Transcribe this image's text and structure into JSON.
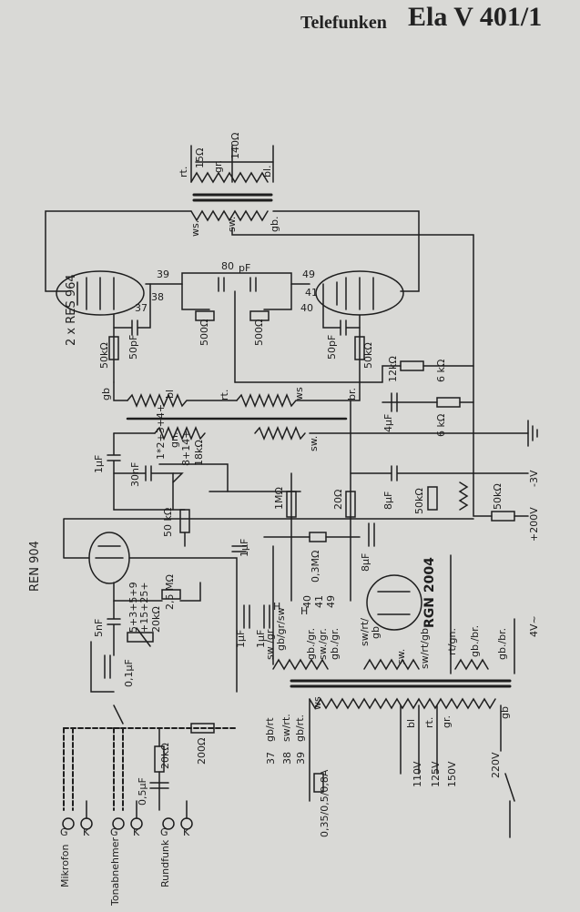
{
  "header": {
    "brand": "Telefunken",
    "model": "Ela V 401/1"
  },
  "diagram_colors": {
    "paper": "#d9d9d6",
    "ink": "#1e1e1e"
  },
  "labels": {
    "tubes_power": "2 x RES 964",
    "tube_pre": "REN 904",
    "rectifier": "RGN 2004",
    "inputs": [
      "Mikrofon",
      "Tonabnehmer",
      "Rundfunk"
    ],
    "jack_g": "G",
    "jack_k": "K",
    "speaker_taps": [
      "rt.",
      "15Ω",
      "gr.",
      "140Ω",
      "bl."
    ],
    "out_primary": [
      "ws.",
      "sw.",
      "gb."
    ],
    "pin_left": [
      "39",
      "37",
      "38"
    ],
    "pin_right": [
      "49",
      "40",
      "41"
    ],
    "cap_80pf": "80",
    "cap_pf": "pF",
    "res_500a": "500Ω",
    "res_500b": "500Ω",
    "res_50k_left": "50kΩ",
    "cap_50pf_left": "50pF",
    "res_50k_right": "50kΩ",
    "cap_50pf_right": "50pF",
    "res_12k": "12kΩ",
    "res_6k_a": "6 kΩ",
    "res_6k_b": "6 kΩ",
    "wire_gb": "gb",
    "wire_bl": "bl",
    "wire_rt": "rt.",
    "wire_ws": "ws",
    "wire_br": "br.",
    "wire_sw": "sw.",
    "cap_4uf": "4μF",
    "cap_1uf": "1μF",
    "cap_30nf": "30nF",
    "pot_taps": "1*2+3+4+",
    "pot_gn": "gn.",
    "pot_val": "8+14+",
    "res_18k": "18kΩ",
    "res_50k_mid": "50 kΩ",
    "res_1m": "1MΩ",
    "res_20": "20Ω",
    "cap_8uf_a": "8μF",
    "res_50k_b": "50kΩ",
    "res_50k_c": "50kΩ",
    "volt_neg3": "-3V",
    "volt_200": "+200V",
    "cap_1uf_b": "1μF",
    "res_2_5m": "2,5 MΩ",
    "res_03m": "0,3MΩ",
    "cap_8uf_b": "8μF",
    "cap_5nf": "5nF",
    "pot_seq": "5+3+5+9",
    "pot_seq2": "+15+25+",
    "pot_20k": "20kΩ",
    "cap_01uf": "0,1μF",
    "cap_1uf_c": "1μF",
    "cap_1uf_d": "1μF",
    "res_200": "200Ω",
    "res_20k": "20kΩ",
    "cap_05uf": "0,5μF",
    "tap_labels": [
      "gb/gr/sw",
      "gb./gr.",
      "sw./gr.",
      "gb./gr."
    ],
    "tap_nums": [
      "H",
      "H",
      "40",
      "41",
      "49"
    ],
    "sw_gr": "sw /gr",
    "rect_wires": [
      "sw/rt/",
      "gb"
    ],
    "sw_label": "sw.",
    "sw_rt_gb": "sw/rt/gb",
    "rt_gn": "rt/gn.",
    "gb_br": "gb./br.",
    "v4": "4V~",
    "tr_left": [
      "gb/rt",
      "sw/rt.",
      "gb/rt."
    ],
    "tr_left_nums": [
      "37",
      "38",
      "39"
    ],
    "tr_ws": "ws",
    "fuse": "0,35/0,5/0,8A",
    "mains_colors": [
      "bl",
      "rt.",
      "gr."
    ],
    "mains_volts": [
      "110V",
      "125V",
      "150V"
    ],
    "v220": "220V",
    "gb_end": "gb"
  }
}
